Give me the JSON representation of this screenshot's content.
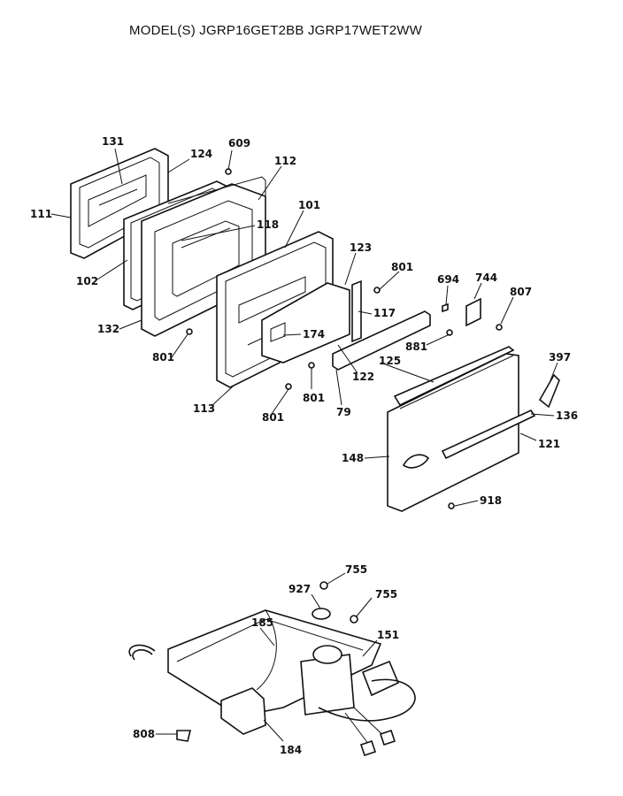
{
  "title": "MODEL(S) JGRP16GET2BB  JGRP17WET2WW",
  "labels": {
    "l131": "131",
    "l124": "124",
    "l609": "609",
    "l112": "112",
    "l111": "111",
    "l118": "118",
    "l101": "101",
    "l102": "102",
    "l123": "123",
    "l801a": "801",
    "l694": "694",
    "l744": "744",
    "l807": "807",
    "l132": "132",
    "l117": "117",
    "l174": "174",
    "l801b": "801",
    "l881": "881",
    "l125": "125",
    "l397": "397",
    "l122": "122",
    "l801c": "801",
    "l113": "113",
    "l801d": "801",
    "l79": "79",
    "l136": "136",
    "l121": "121",
    "l148": "148",
    "l918": "918",
    "l755a": "755",
    "l927": "927",
    "l755b": "755",
    "l185": "185",
    "l151": "151",
    "l808": "808",
    "l184": "184"
  }
}
